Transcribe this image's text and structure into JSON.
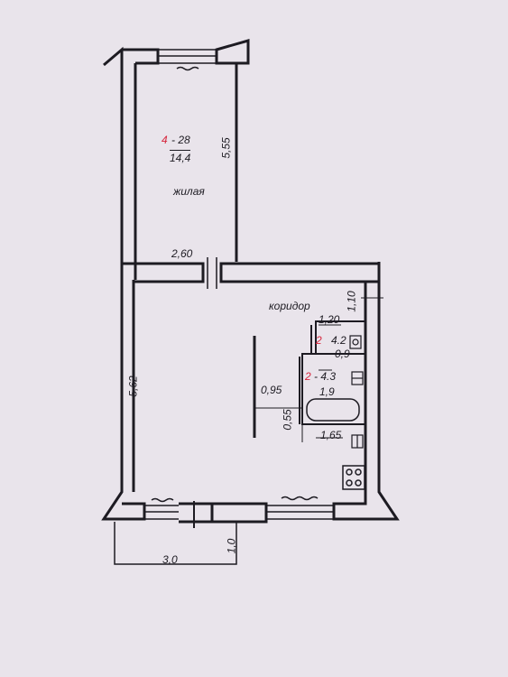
{
  "plan": {
    "rooms": {
      "living_room": {
        "label": "жилая",
        "number": "4",
        "ref": "- 28",
        "area": "14,4"
      },
      "corridor": {
        "label": "коридор"
      },
      "toilet": {
        "number": "2",
        "ref": "4.2",
        "area": "0,9"
      },
      "bathroom": {
        "number": "2",
        "ref": "- 4.3",
        "area": "1,9"
      }
    },
    "dimensions": {
      "living_room_length": "5,55",
      "door_width": "2,60",
      "corridor_width": "1,10",
      "toilet_width": "1,20",
      "main_room_length": "5,62",
      "partition_offset": "0,95",
      "bath_offset": "0,55",
      "kitchen_width": "1,65",
      "balcony_length": "3,0",
      "balcony_depth": "1,0"
    },
    "colors": {
      "background": "#e9e4eb",
      "ink": "#1d1b22",
      "accent": "#d7263d"
    }
  }
}
